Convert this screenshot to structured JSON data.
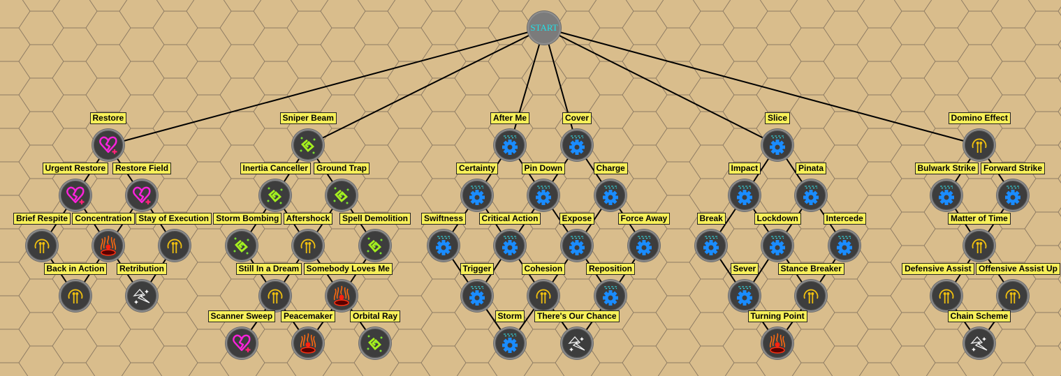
{
  "start": {
    "label": "START"
  },
  "colors": {
    "background": "#d9bd8c",
    "label_bg": "#f7f05a",
    "node_bg": "#3d3d3d",
    "start_text": "#22e0e8",
    "edge": "#000000"
  },
  "trees": [
    {
      "name": "restore-tree",
      "roots": [
        0
      ],
      "nodes": [
        {
          "label": "Restore",
          "icon": "heart-icon"
        },
        {
          "label": "Urgent Restore",
          "icon": "heart-icon"
        },
        {
          "label": "Restore Field",
          "icon": "heart-icon"
        },
        {
          "label": "Brief Respite",
          "icon": "arch-icon"
        },
        {
          "label": "Concentration",
          "icon": "fire-icon"
        },
        {
          "label": "Stay of Execution",
          "icon": "arch-icon"
        },
        {
          "label": "Back in Action",
          "icon": "arch-icon"
        },
        {
          "label": "Retribution",
          "icon": "lightning-icon"
        }
      ],
      "edges": [
        [
          0,
          1
        ],
        [
          0,
          2
        ],
        [
          1,
          3
        ],
        [
          1,
          4
        ],
        [
          2,
          4
        ],
        [
          2,
          5
        ],
        [
          3,
          6
        ],
        [
          4,
          6
        ],
        [
          4,
          7
        ],
        [
          5,
          7
        ]
      ]
    },
    {
      "name": "sniper-tree",
      "roots": [
        0
      ],
      "nodes": [
        {
          "label": "Sniper Beam",
          "icon": "spiral-icon"
        },
        {
          "label": "Inertia Canceller",
          "icon": "spiral-icon"
        },
        {
          "label": "Ground Trap",
          "icon": "spiral-icon"
        },
        {
          "label": "Storm Bombing",
          "icon": "spiral-icon"
        },
        {
          "label": "Aftershock",
          "icon": "arch-icon"
        },
        {
          "label": "Spell Demolition",
          "icon": "spiral-icon"
        },
        {
          "label": "Still In a Dream",
          "icon": "arch-icon"
        },
        {
          "label": "Somebody Loves Me",
          "icon": "fire-icon"
        },
        {
          "label": "Scanner Sweep",
          "icon": "heart-icon"
        },
        {
          "label": "Peacemaker",
          "icon": "fire-icon"
        },
        {
          "label": "Orbital Ray",
          "icon": "spiral-icon"
        }
      ],
      "edges": [
        [
          0,
          1
        ],
        [
          0,
          2
        ],
        [
          1,
          3
        ],
        [
          1,
          4
        ],
        [
          2,
          4
        ],
        [
          2,
          5
        ],
        [
          3,
          6
        ],
        [
          4,
          6
        ],
        [
          4,
          7
        ],
        [
          5,
          7
        ],
        [
          6,
          8
        ],
        [
          6,
          9
        ],
        [
          7,
          9
        ],
        [
          7,
          10
        ]
      ]
    },
    {
      "name": "cover-tree",
      "roots": [
        0,
        1
      ],
      "nodes": [
        {
          "label": "After Me",
          "icon": "gear-icon"
        },
        {
          "label": "Cover",
          "icon": "gear-icon"
        },
        {
          "label": "Certainty",
          "icon": "gear-icon"
        },
        {
          "label": "Pin Down",
          "icon": "gear-icon"
        },
        {
          "label": "Charge",
          "icon": "gear-icon"
        },
        {
          "label": "Swiftness",
          "icon": "gear-icon"
        },
        {
          "label": "Critical Action",
          "icon": "gear-icon"
        },
        {
          "label": "Expose",
          "icon": "gear-icon"
        },
        {
          "label": "Force Away",
          "icon": "gear-icon"
        },
        {
          "label": "Trigger",
          "icon": "gear-icon"
        },
        {
          "label": "Cohesion",
          "icon": "arch-icon"
        },
        {
          "label": "Reposition",
          "icon": "gear-icon"
        },
        {
          "label": "Storm",
          "icon": "gear-icon"
        },
        {
          "label": "There's Our Chance",
          "icon": "lightning-icon"
        }
      ],
      "edges": [
        [
          0,
          2
        ],
        [
          0,
          3
        ],
        [
          1,
          3
        ],
        [
          1,
          4
        ],
        [
          2,
          5
        ],
        [
          2,
          6
        ],
        [
          3,
          6
        ],
        [
          3,
          7
        ],
        [
          4,
          7
        ],
        [
          4,
          8
        ],
        [
          5,
          9
        ],
        [
          6,
          9
        ],
        [
          6,
          10
        ],
        [
          7,
          10
        ],
        [
          7,
          11
        ],
        [
          8,
          11
        ],
        [
          9,
          12
        ],
        [
          10,
          12
        ],
        [
          10,
          13
        ],
        [
          11,
          13
        ]
      ]
    },
    {
      "name": "slice-tree",
      "roots": [
        0
      ],
      "nodes": [
        {
          "label": "Slice",
          "icon": "gear-icon"
        },
        {
          "label": "Impact",
          "icon": "gear-icon"
        },
        {
          "label": "Pinata",
          "icon": "gear-icon"
        },
        {
          "label": "Break",
          "icon": "gear-icon"
        },
        {
          "label": "Lockdown",
          "icon": "gear-icon"
        },
        {
          "label": "Intercede",
          "icon": "gear-icon"
        },
        {
          "label": "Sever",
          "icon": "gear-icon"
        },
        {
          "label": "Stance Breaker",
          "icon": "arch-icon"
        },
        {
          "label": "Turning Point",
          "icon": "fire-icon"
        }
      ],
      "edges": [
        [
          0,
          1
        ],
        [
          0,
          2
        ],
        [
          1,
          3
        ],
        [
          1,
          4
        ],
        [
          2,
          4
        ],
        [
          2,
          5
        ],
        [
          3,
          6
        ],
        [
          4,
          6
        ],
        [
          4,
          7
        ],
        [
          5,
          7
        ],
        [
          6,
          8
        ],
        [
          7,
          8
        ]
      ]
    },
    {
      "name": "domino-tree",
      "roots": [
        0
      ],
      "nodes": [
        {
          "label": "Domino Effect",
          "icon": "arch-icon"
        },
        {
          "label": "Bulwark Strike",
          "icon": "gear-icon"
        },
        {
          "label": "Forward Strike",
          "icon": "gear-icon"
        },
        {
          "label": "Matter of Time",
          "icon": "arch-icon"
        },
        {
          "label": "Defensive Assist",
          "icon": "arch-icon"
        },
        {
          "label": "Offensive Assist Up",
          "icon": "arch-icon"
        },
        {
          "label": "Chain Scheme",
          "icon": "lightning-icon"
        }
      ],
      "edges": [
        [
          0,
          1
        ],
        [
          0,
          2
        ],
        [
          1,
          3
        ],
        [
          2,
          3
        ],
        [
          3,
          4
        ],
        [
          3,
          5
        ],
        [
          4,
          6
        ],
        [
          5,
          6
        ]
      ]
    }
  ]
}
